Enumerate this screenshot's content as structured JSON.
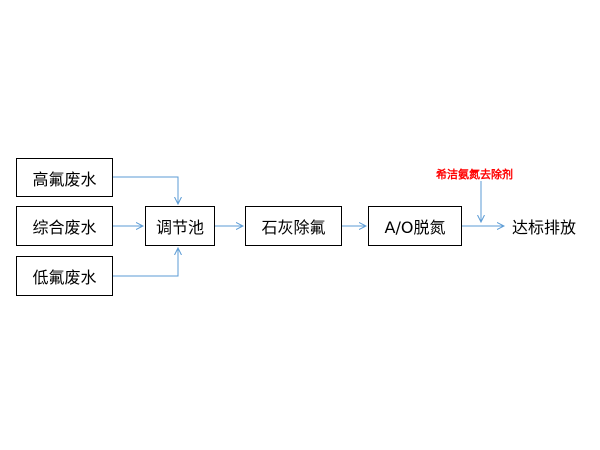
{
  "diagram": {
    "nodes": {
      "high_fluoride_wastewater": "高氟废水",
      "mixed_wastewater": "综合废水",
      "low_fluoride_wastewater": "低氟废水",
      "regulating_tank": "调节池",
      "lime_defluorination": "石灰除氟",
      "ao_denitrification": "A/O脱氮",
      "discharge": "达标排放"
    },
    "agent_label": "希洁氨氮去除剂",
    "edges": [
      [
        "high_fluoride_wastewater",
        "regulating_tank"
      ],
      [
        "mixed_wastewater",
        "regulating_tank"
      ],
      [
        "low_fluoride_wastewater",
        "regulating_tank"
      ],
      [
        "regulating_tank",
        "lime_defluorination"
      ],
      [
        "lime_defluorination",
        "ao_denitrification"
      ],
      [
        "ao_denitrification",
        "discharge"
      ]
    ],
    "colors": {
      "arrow": "#5b9bd5",
      "agent_text": "#ff0000",
      "box_border": "#000000"
    }
  }
}
